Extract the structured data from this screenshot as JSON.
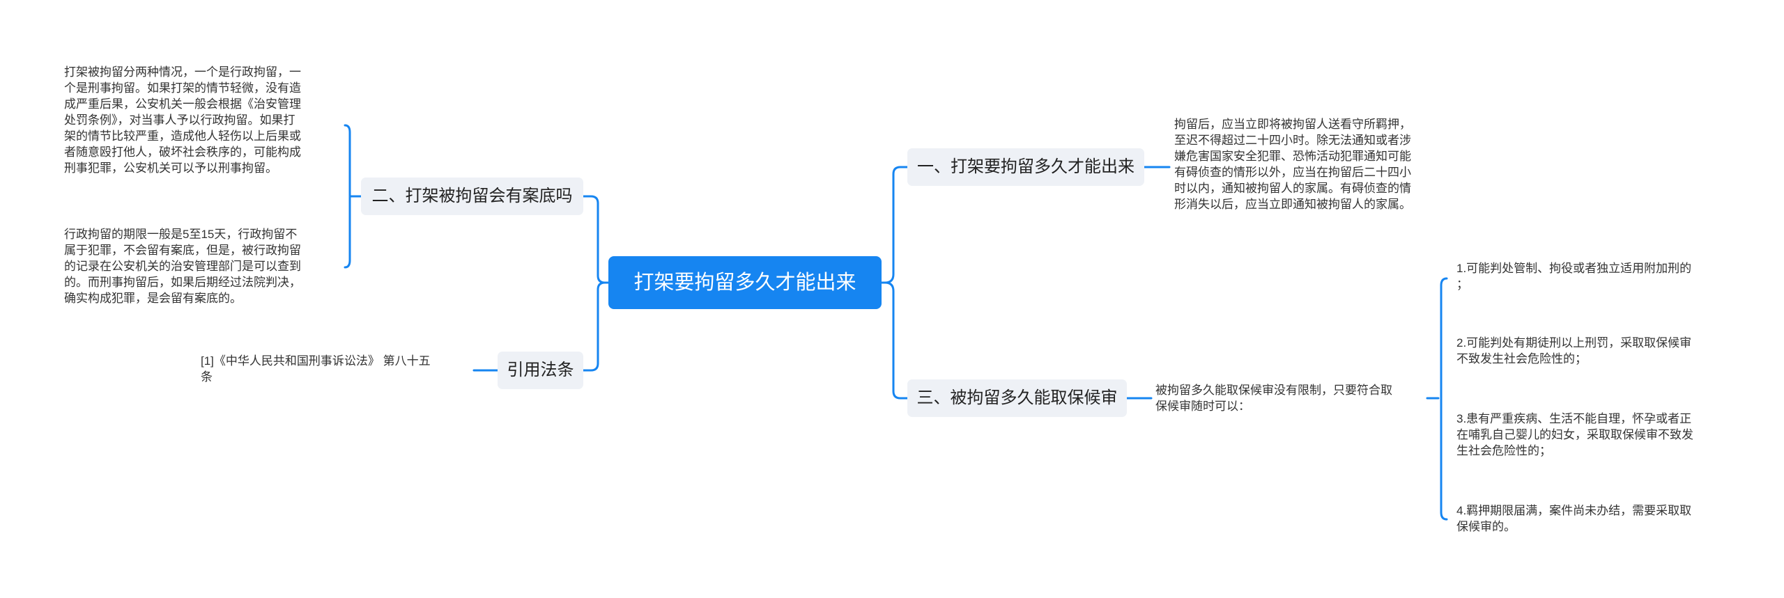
{
  "root": {
    "label": "打架要拘留多久才能出来"
  },
  "left": [
    {
      "label": "二、打架被拘留会有案底吗",
      "children": [
        "打架被拘留分两种情况，一个是行政拘留，一\n个是刑事拘留。如果打架的情节轻微，没有造\n成严重后果，公安机关一般会根据《治安管理\n处罚条例》，对当事人予以行政拘留。如果打\n架的情节比较严重，造成他人轻伤以上后果或\n者随意殴打他人，破坏社会秩序的，可能构成\n刑事犯罪，公安机关可以予以刑事拘留。",
        "行政拘留的期限一般是5至15天，行政拘留不\n属于犯罪，不会留有案底，但是，被行政拘留\n的记录在公安机关的治安管理部门是可以查到\n的。而刑事拘留后，如果后期经过法院判决，\n确实构成犯罪，是会留有案底的。"
      ]
    },
    {
      "label": "引用法条",
      "children": [
        "[1]《中华人民共和国刑事诉讼法》 第八十五\n条"
      ]
    }
  ],
  "right": [
    {
      "label": "一、打架要拘留多久才能出来",
      "children": [
        "拘留后，应当立即将被拘留人送看守所羁押，\n至迟不得超过二十四小时。除无法通知或者涉\n嫌危害国家安全犯罪、恐怖活动犯罪通知可能\n有碍侦查的情形以外，应当在拘留后二十四小\n时以内，通知被拘留人的家属。有碍侦查的情\n形消失以后，应当立即通知被拘留人的家属。"
      ]
    },
    {
      "label": "三、被拘留多久能取保候审",
      "children": [
        "被拘留多久能取保候审没有限制，只要符合取\n保候审随时可以："
      ],
      "sub": [
        "1.可能判处管制、拘役或者独立适用附加刑的\n；",
        "2.可能判处有期徒刑以上刑罚，采取取保候审\n不致发生社会危险性的；",
        "3.患有严重疾病、生活不能自理，怀孕或者正\n在哺乳自己婴儿的妇女，采取取保候审不致发\n生社会危险性的；",
        "4.羁押期限届满，案件尚未办结，需要采取取\n保候审的。"
      ]
    }
  ],
  "colors": {
    "root": "#1685f1",
    "topic_bg": "#eef1f6",
    "line": "#1685f1"
  }
}
